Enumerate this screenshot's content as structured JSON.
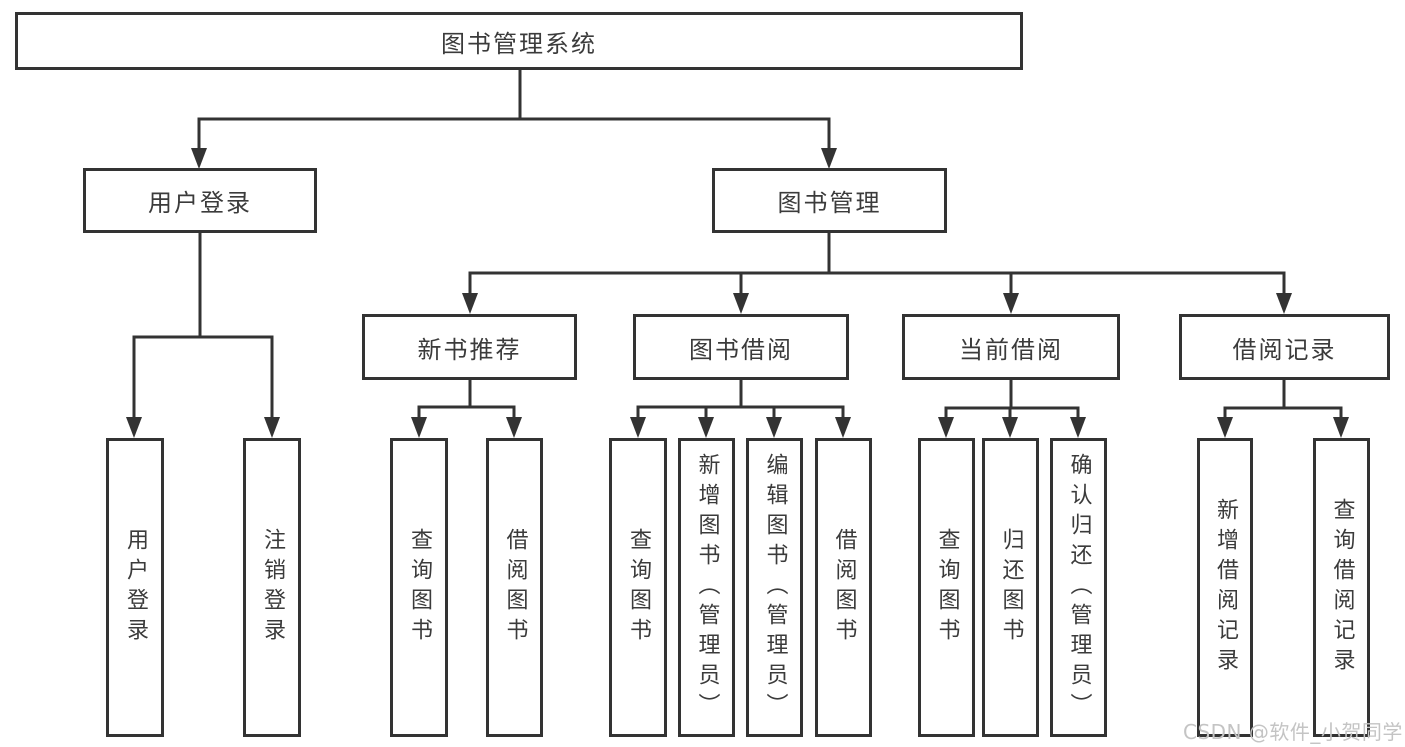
{
  "diagram": {
    "type": "hierarchy-tree",
    "title": "图书管理系统",
    "hierarchy": {
      "图书管理系统": [
        "用户登录",
        "图书管理"
      ],
      "用户登录": [
        "用户登录",
        "注销登录"
      ],
      "图书管理": [
        "新书推荐",
        "图书借阅",
        "当前借阅",
        "借阅记录"
      ],
      "新书推荐": [
        "查询图书",
        "借阅图书"
      ],
      "图书借阅": [
        "查询图书",
        "新增图书（管理员）",
        "编辑图书（管理员）",
        "借阅图书"
      ],
      "当前借阅": [
        "查询图书",
        "归还图书",
        "确认归还（管理员）"
      ],
      "借阅记录": [
        "新增借阅记录",
        "查询借阅记录"
      ]
    }
  },
  "nodes": {
    "root": "图书管理系统",
    "user_login_branch": "用户登录",
    "book_mgmt": "图书管理",
    "new_book_rec": "新书推荐",
    "book_borrow": "图书借阅",
    "current_borrow": "当前借阅",
    "borrow_records": "借阅记录",
    "leaf_user_login": "用户登录",
    "leaf_logout": "注销登录",
    "leaf_query_book_new": "查询图书",
    "leaf_borrow_book_new": "借阅图书",
    "leaf_query_book_borrow": "查询图书",
    "leaf_add_book_admin": "新增图书（管理员）",
    "leaf_edit_book_admin": "编辑图书（管理员）",
    "leaf_borrow_book_borrow": "借阅图书",
    "leaf_query_book_current": "查询图书",
    "leaf_return_book": "归还图书",
    "leaf_confirm_return_admin": "确认归还（管理员）",
    "leaf_add_borrow_record": "新增借阅记录",
    "leaf_query_borrow_record": "查询借阅记录"
  },
  "watermark": "CSDN @软件_小贺同学",
  "colors": {
    "line": "#333333",
    "text": "#3b3b3b",
    "box_background": "#ffffff",
    "page_background": "#ffffff",
    "watermark": "#c4c4c4"
  }
}
